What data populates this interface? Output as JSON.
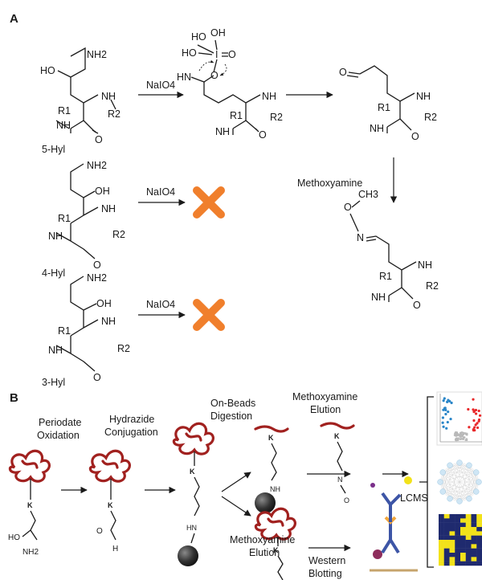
{
  "panels": {
    "a": "A",
    "b": "B"
  },
  "reagents": {
    "periodate": "NaIO4",
    "methoxyamine": "Methoxyamine"
  },
  "compounds": {
    "hyl5": "5-Hyl",
    "hyl4": "4-Hyl",
    "hyl3": "3-Hyl"
  },
  "atoms": {
    "nh2": "NH2",
    "ho": "HO",
    "oh": "OH",
    "nh": "NH",
    "hn": "HN",
    "r1": "R1",
    "r2": "R2",
    "r2_plain": "R2",
    "o": "O",
    "n": "N",
    "k": "K",
    "h": "H",
    "i": "I",
    "ch3": "CH3"
  },
  "steps": {
    "periodate_oxidation": [
      "Periodate",
      "Oxidation"
    ],
    "hydrazide_conjugation": [
      "Hydrazide",
      "Conjugation"
    ],
    "on_beads_digestion": [
      "On-Beads",
      "Digestion"
    ],
    "methoxyamine_elution_top": [
      "Methoxyamine",
      "Elution"
    ],
    "methoxyamine_elution_bottom": [
      "Methoxyamine",
      "Elution"
    ],
    "lcms": "LCMS",
    "western_blotting": [
      "Western",
      "Blotting"
    ]
  },
  "colors": {
    "protein": "#a1211f",
    "bead": "#3a3a3a",
    "blocked_x": "#f07f2c",
    "volcano_up": "#e8282a",
    "volcano_down": "#2a86c8",
    "volcano_ns": "#b9b9b9",
    "network_node": "#cfe6f5",
    "heatmap_low": "#1f2a6e",
    "heatmap_high": "#f2e21a",
    "antibody": "#3d55a6",
    "antibody_heavy": "#f2a63a"
  },
  "icons": {
    "blocked": "cross-icon",
    "bead": "bead-icon",
    "antibody": "antibody-icon",
    "volcano": "volcano-plot-icon",
    "network": "network-icon",
    "heatmap": "heatmap-icon"
  }
}
